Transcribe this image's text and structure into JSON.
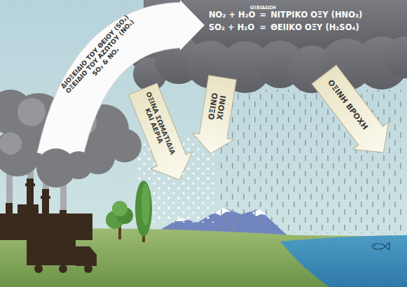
{
  "diagram": {
    "labels": [
      "ΔΙΟΞΕΙΔΙΟ ΤΟΥ ΘΕΙΟΥ (SO₂)",
      "ΟΞΕΙΔΙΟ ΤΟΥ ΑΖΩΤΟΥ (NOₓ)",
      "SO₂ & NOₓ",
      "ΟΞΕΙΔΩΣΗ",
      "NO₂ + H₂O",
      "=",
      "ΝΙΤΡΙΚΟ ΟΞΥ (HNO₃)",
      "SO₂ + H₂O",
      "=",
      "ΘΕΙΙΚΟ ΟΞΥ (H₂SO₄)",
      "ΟΞΙΝΑ ΣΩΜΑΤΙΔΙΑ ΚΑΙ ΑΕΡΙΑ",
      "ΟΞΙΝΟ ΧΙΟΝΙ",
      "ΟΞΙΝΗ ΒΡΟΧΗ"
    ]
  }
}
